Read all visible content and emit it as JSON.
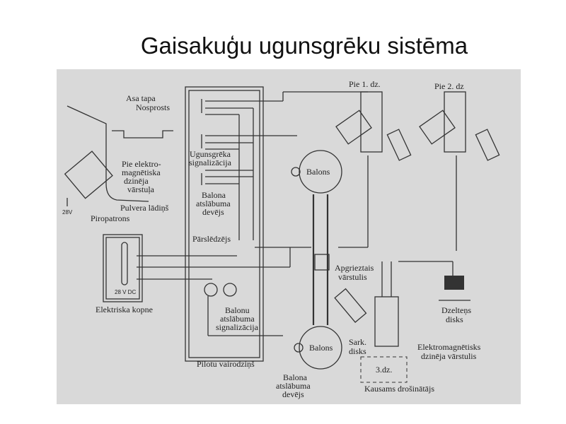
{
  "title": "Gaisakuģu  ugunsgrēku sistēma",
  "labels": {
    "asa_tapa": "Asa tapa",
    "nosprosts": "Nosprosts",
    "pie_elektro": [
      "Pie elektro-",
      "magnētiska",
      "dzinēja",
      "vārstuļa"
    ],
    "pulvera_ladins": "Pulvera lādiņš",
    "piropatrons": "Piropatrons",
    "v28": "28V",
    "ugunsgreka": [
      "Ugunsgrēka",
      "signalizācija"
    ],
    "balona_devejs_top": [
      "Balona",
      "atslābuma",
      "devējs"
    ],
    "parsledzejs": "Pārslēdzējs",
    "v28dc": "28 V DC",
    "elektriska_kopne": "Elektriska kopne",
    "balonu_signalizacija": [
      "Balonu",
      "atslābuma",
      "signalizācija"
    ],
    "pilotu_vairodzins": "Pilotu vairodziņš",
    "balona_devejs_bottom": [
      "Balona",
      "atslābuma",
      "devējs"
    ],
    "balons_top": "Balons",
    "balons_bottom": "Balons",
    "apgrieztais": [
      "Apgrieztais",
      "vārstulis"
    ],
    "sark_disks": [
      "Sark.",
      "disks"
    ],
    "elektromagnetisks": [
      "Elektromagnētisks",
      "dzinēja vārstulis"
    ],
    "dzeltens_disks": [
      "Dzelteņs",
      "disks"
    ],
    "dz3": "3.dz.",
    "kausams": "Kausams drošinātājs",
    "pie1": "Pie 1. dz.",
    "pie2": "Pie 2. dz"
  }
}
